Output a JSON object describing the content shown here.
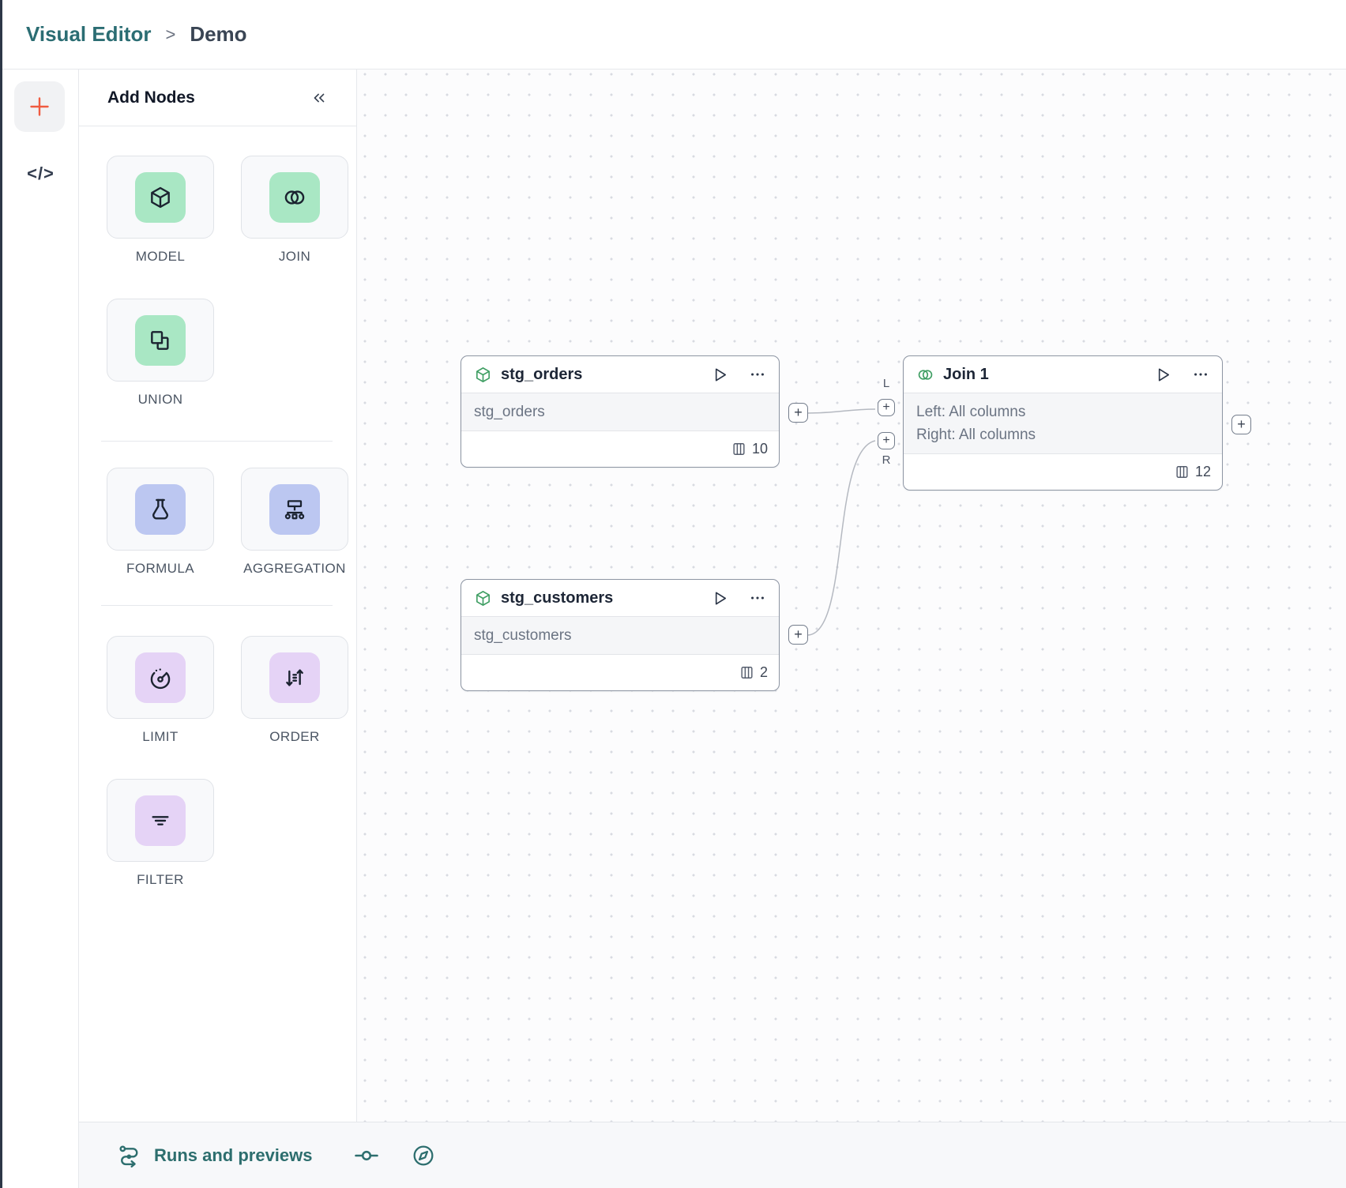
{
  "breadcrumb": {
    "app": "Visual Editor",
    "separator": ">",
    "page": "Demo"
  },
  "left_rail": {
    "code_label": "</>"
  },
  "palette": {
    "title": "Add Nodes",
    "groups": [
      {
        "items": [
          {
            "label": "MODEL",
            "icon": "cube-icon",
            "tile_color": "#a9e7c4"
          },
          {
            "label": "JOIN",
            "icon": "join-circles-icon",
            "tile_color": "#a9e7c4"
          },
          {
            "label": "UNION",
            "icon": "union-squares-icon",
            "tile_color": "#a9e7c4"
          }
        ]
      },
      {
        "items": [
          {
            "label": "FORMULA",
            "icon": "flask-icon",
            "tile_color": "#bcc7f1"
          },
          {
            "label": "AGGREGATION",
            "icon": "sitemap-icon",
            "tile_color": "#bcc7f1"
          }
        ]
      },
      {
        "items": [
          {
            "label": "LIMIT",
            "icon": "gauge-icon",
            "tile_color": "#e5d3f6"
          },
          {
            "label": "ORDER",
            "icon": "sort-icon",
            "tile_color": "#e5d3f6"
          },
          {
            "label": "FILTER",
            "icon": "filter-lines-icon",
            "tile_color": "#e5d3f6"
          }
        ]
      }
    ]
  },
  "canvas": {
    "nodes": [
      {
        "id": "stg_orders",
        "type": "model",
        "title": "stg_orders",
        "body_lines": [
          "stg_orders"
        ],
        "column_count": "10"
      },
      {
        "id": "stg_customers",
        "type": "model",
        "title": "stg_customers",
        "body_lines": [
          "stg_customers"
        ],
        "column_count": "2"
      },
      {
        "id": "join1",
        "type": "join",
        "title": "Join 1",
        "body_lines": [
          "Left: All columns",
          "Right: All columns"
        ],
        "column_count": "12",
        "ports": {
          "left": "L",
          "right": "R"
        }
      }
    ]
  },
  "bottom_bar": {
    "runs_label": "Runs and previews"
  },
  "colors": {
    "teal": "#2d6e6e",
    "breadcrumb_teal": "#2b6d73",
    "accent_orange": "#f05b40",
    "tile_green": "#a9e7c4",
    "tile_blue": "#bcc7f1",
    "tile_purple": "#e5d3f6",
    "node_icon_green": "#3f9e63",
    "edge_gray": "#b5b9c1"
  }
}
